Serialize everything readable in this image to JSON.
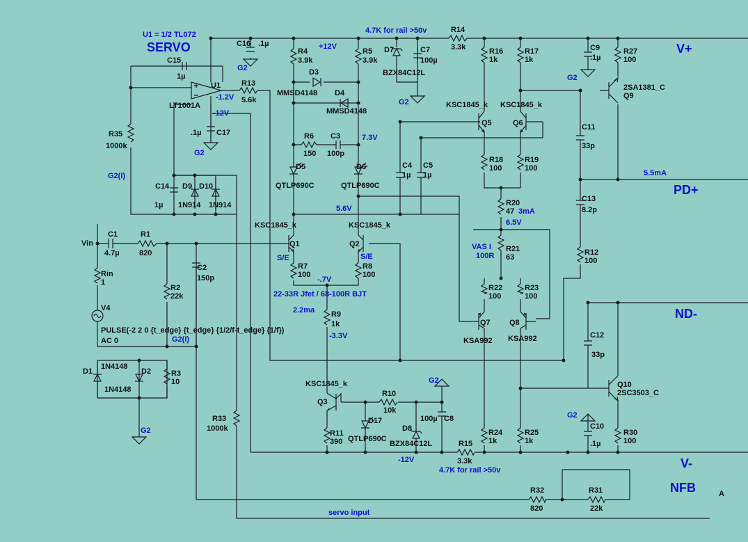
{
  "colors": {
    "background": "#92cec6",
    "wire": "#1a1a2a",
    "annotation": "#1010c8"
  },
  "title": {
    "servo": "SERVO",
    "u1note": "U1 = 1/2 TL072"
  },
  "rails": {
    "vplus": "V+",
    "vminus": "V-",
    "pdplus": "PD+",
    "ndminus": "ND-",
    "nfb": "NFB",
    "a": "A"
  },
  "voltages": {
    "p12": "+12V",
    "m1_2": "-1.2V",
    "m12a": "-12V",
    "v7_3": "7.3V",
    "v5_6": "5.6V",
    "m_7": "-.7V",
    "i2_2": "2.2ma",
    "m3_3": "-3.3V",
    "i5_5": "5.5mA",
    "i3": "3mA",
    "v6_5": "6.5V",
    "m12b": "-12V"
  },
  "notes": {
    "r14note": "4.7K for rail >50v",
    "r15note": "4.7K for rail >50v",
    "jfet": "22-33R Jfet / 68-100R BJT",
    "vas1": "VAS I",
    "vas2": "100R",
    "g2l1": "G2(I)",
    "g2l2": "G2(I)",
    "servo_input": "servo input",
    "se1": "S/E",
    "se2": "S/E"
  },
  "grounds": [
    "G2",
    "G2",
    "G2",
    "G2",
    "G2",
    "G2",
    "G2"
  ],
  "components": {
    "U1": "U1",
    "LT1001A": "LT1001A",
    "C15": "C15",
    "C15v": "1µ",
    "R13": "R13",
    "R13v": "5.6k",
    "C16": "C16",
    "C16v": ".1µ",
    "C17": "C17",
    "C17v": ".1µ",
    "R35": "R35",
    "R35v": "1000k",
    "C14": "C14",
    "C14v": "1µ",
    "D9": "D9",
    "D9v": "1N914",
    "D10": "D10",
    "D10v": "1N914",
    "R4": "R4",
    "R4v": "3.9k",
    "R5": "R5",
    "R5v": "3.9k",
    "D3": "D3",
    "D3v": "MMSD4148",
    "D4": "D4",
    "D4v": "MMSD4148",
    "D7": "D7",
    "D7v": "BZX84C12L",
    "C7": "C7",
    "C7v": "100µ",
    "R14": "R14",
    "R14v": "3.3k",
    "R6": "R6",
    "R6v": "150",
    "C3": "C3",
    "C3v": "100p",
    "D5": "D5",
    "D5v": "QTLP690C",
    "D6": "D6",
    "D6v": "QTLP690C",
    "C4": "C4",
    "C4v": "1µ",
    "C5": "C5",
    "C5v": "1µ",
    "Q1": "Q1",
    "Q1t": "KSC1845_k",
    "Q2": "Q2",
    "Q2t": "KSC1845_k",
    "R7": "R7",
    "R7v": "100",
    "R8": "R8",
    "R8v": "100",
    "R9": "R9",
    "R9v": "1k",
    "C1": "C1",
    "C1v": "4.7µ",
    "R1": "R1",
    "R1v": "820",
    "C2": "C2",
    "C2v": "150p",
    "R2": "R2",
    "R2v": "22k",
    "Rin": "Rin",
    "Rinv": "1",
    "V4": "V4",
    "pulse": "PULSE(-2 2 0 {t_edge} {t_edge} {1/2/f-t_edge} {1/f})",
    "ac": "AC 0",
    "D1": "D1",
    "D1v": "1N4148",
    "D2": "D2",
    "D2v": "1N4148",
    "R3": "R3",
    "R3v": "10",
    "R33": "R33",
    "R33v": "1000k",
    "Q3": "Q3",
    "Q3t": "KSC1845_k",
    "R10": "R10",
    "R10v": "10k",
    "C8": "C8",
    "C8v": "100µ",
    "R11": "R11",
    "R11v": "390",
    "D17": "D17",
    "D17v": "QTLP690C",
    "D8": "D8",
    "D8v": "BZX84C12L",
    "R15": "R15",
    "R15v": "3.3k",
    "R16": "R16",
    "R16v": "1k",
    "R17": "R17",
    "R17v": "1k",
    "Q5": "Q5",
    "Q5t": "KSC1845_k",
    "Q6": "Q6",
    "Q6t": "KSC1845_k",
    "R18": "R18",
    "R18v": "100",
    "R19": "R19",
    "R19v": "100",
    "R20": "R20",
    "R20v": "47",
    "R21": "R21",
    "R21v": "63",
    "R22": "R22",
    "R22v": "100",
    "R23": "R23",
    "R23v": "100",
    "Q7": "Q7",
    "Q7t": "KSA992",
    "Q8": "Q8",
    "Q8t": "KSA992",
    "R24": "R24",
    "R24v": "1k",
    "R25": "R25",
    "R25v": "1k",
    "C9": "C9",
    "C9v": ".1µ",
    "R27": "R27",
    "R27v": "100",
    "Q9": "Q9",
    "Q9t": "2SA1381_C",
    "C11": "C11",
    "C11v": "33p",
    "C13": "C13",
    "C13v": "8.2p",
    "R12": "R12",
    "R12v": "100",
    "C12": "C12",
    "C12v": "33p",
    "Q10": "Q10",
    "Q10t": "2SC3503_C",
    "C10": "C10",
    "C10v": ".1µ",
    "R30": "R30",
    "R30v": "100",
    "R32": "R32",
    "R32v": "820",
    "R31": "R31",
    "R31v": "22k",
    "vin": "Vin"
  }
}
